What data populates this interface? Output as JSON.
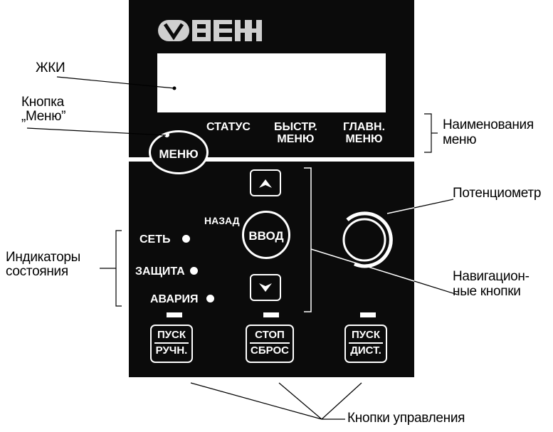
{
  "panel": {
    "logo": "ОВЕН",
    "menus": {
      "status": "СТАТУС",
      "quick_1": "БЫСТР.",
      "quick_2": "МЕНЮ",
      "main_1": "ГЛАВН.",
      "main_2": "МЕНЮ"
    },
    "menu_button": "МЕНЮ",
    "back_label": "НАЗАД",
    "enter_button": "ВВОД",
    "indicators": [
      "СЕТЬ",
      "ЗАЩИТА",
      "АВАРИЯ"
    ],
    "keys": [
      {
        "top": "ПУСК",
        "bottom": "РУЧН."
      },
      {
        "top": "СТОП",
        "bottom": "СБРОС"
      },
      {
        "top": "ПУСК",
        "bottom": "ДИСТ."
      }
    ]
  },
  "callouts": {
    "lcd": "ЖКИ",
    "menu_button_1": "Кнопка",
    "menu_button_2": "„Меню”",
    "menu_names_1": "Наименования",
    "menu_names_2": "меню",
    "potentiometer": "Потенциометр",
    "indicators_1": "Индикаторы",
    "indicators_2": "состояния",
    "nav_1": "Навигацион-",
    "nav_2": "ные кнопки",
    "control": "Кнопки управления"
  }
}
